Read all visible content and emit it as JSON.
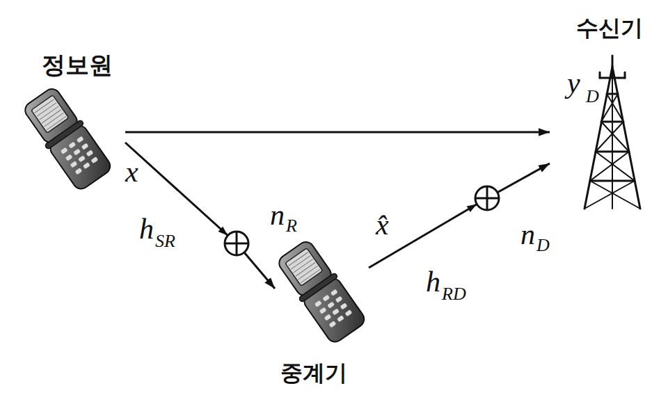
{
  "diagram": {
    "nodes": [
      {
        "text": [
          "정보원"
        ]
      },
      {
        "text": [
          "중계기"
        ]
      },
      {
        "text": [
          "수신기"
        ]
      }
    ],
    "edges": [
      {
        "from": 0,
        "to": 2,
        "arrow": "to"
      },
      {
        "from": 0,
        "to": 1,
        "arrow": "to"
      },
      {
        "from": 1,
        "to": 2,
        "arrow": "to"
      }
    ],
    "labels": [
      "y",
      "D",
      "x",
      "h",
      "SR",
      "n",
      "R",
      "x̂",
      "h",
      "RD",
      "n",
      "D"
    ]
  }
}
